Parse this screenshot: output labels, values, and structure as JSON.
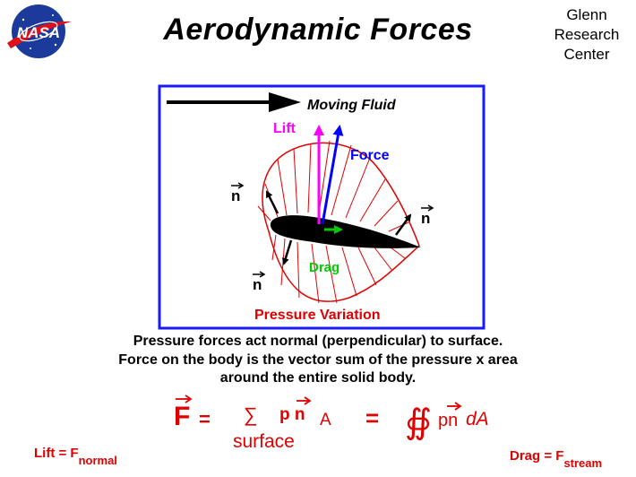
{
  "header": {
    "logo_text": "NASA",
    "title": "Aerodynamic  Forces",
    "center_lines": [
      "Glenn",
      "Research",
      "Center"
    ]
  },
  "diagram": {
    "flow_label": "Moving Fluid",
    "lift_label": "Lift",
    "force_label": "Force",
    "drag_label": "Drag",
    "normal_label": "n",
    "pressure_label": "Pressure Variation",
    "colors": {
      "frame": "#1a1aff",
      "lift": "#ff00ff",
      "force": "#0000ff",
      "drag": "#00cc00",
      "pressure": "#e00000",
      "airfoil": "#000000"
    }
  },
  "caption": {
    "line1": "Pressure forces act normal (perpendicular) to surface.",
    "line2": "Force on the body is the vector sum of the pressure x area",
    "line3": "around the entire solid body."
  },
  "equation": {
    "F": "F",
    "equals": "=",
    "sum": "∑",
    "pn": "p n",
    "A": "A",
    "surface": "surface",
    "integral": "∯",
    "pn2": "pn",
    "dA": "dA"
  },
  "footer": {
    "lift_prefix": "Lift = F",
    "lift_sub": "normal",
    "drag_prefix": "Drag = F",
    "drag_sub": "stream"
  }
}
